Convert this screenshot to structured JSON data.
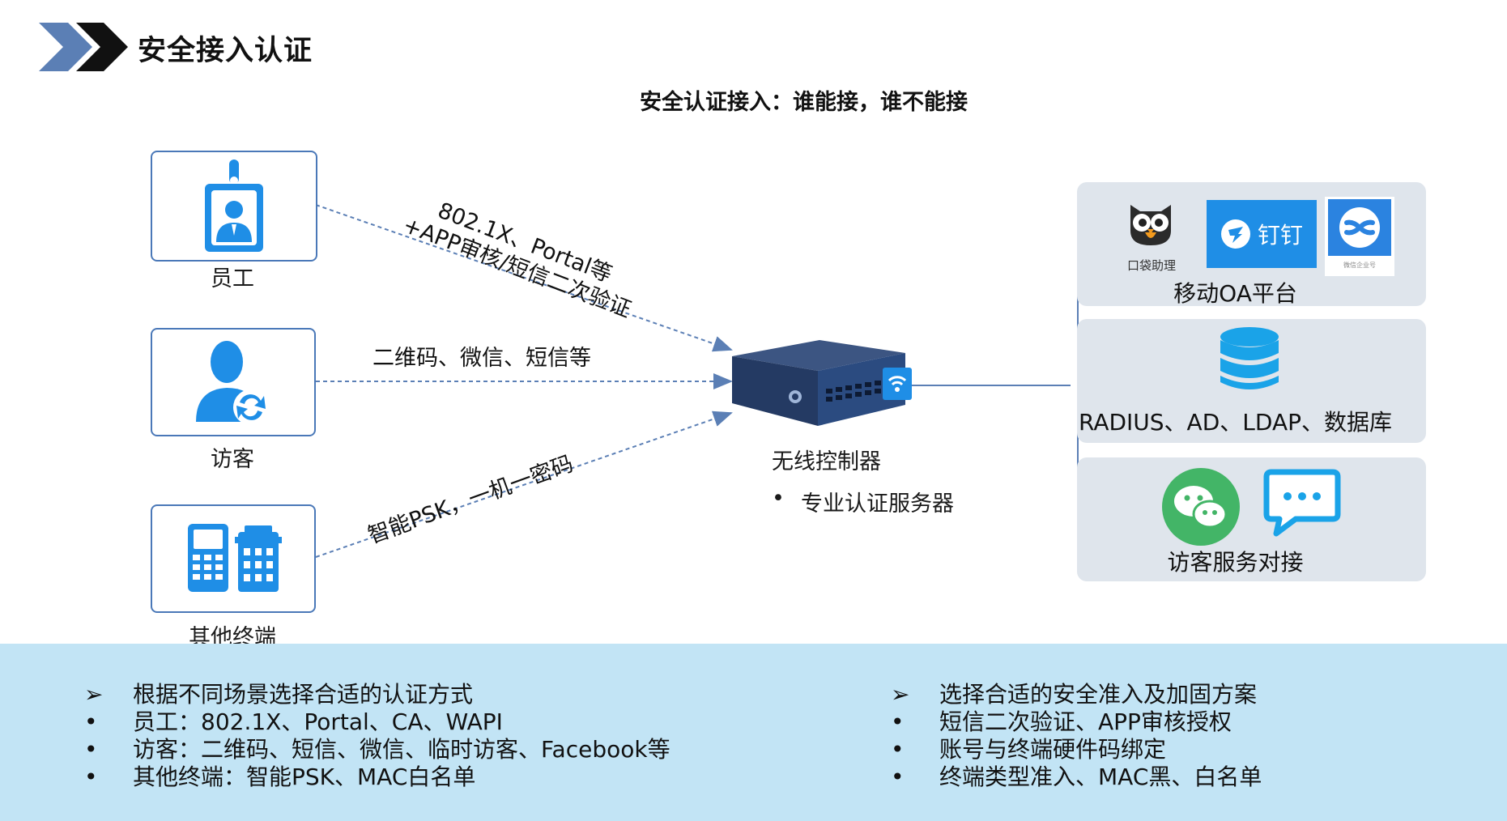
{
  "header": {
    "title": "安全接入认证",
    "subtitle": "安全认证接入：谁能接，谁不能接"
  },
  "endpoints": [
    {
      "label": "员工"
    },
    {
      "label": "访客"
    },
    {
      "label": "其他终端"
    }
  ],
  "connections": {
    "employee_line1": "802.1X、Portal等",
    "employee_line2": "+APP审核/短信二次验证",
    "guest": "二维码、微信、短信等",
    "other": "智能PSK，一机一密码"
  },
  "controller": {
    "label": "无线控制器",
    "bullet": "专业认证服务器"
  },
  "panels": {
    "oa": {
      "label": "移动OA平台",
      "koudai": "口袋助理",
      "dingding": "钉钉",
      "wechat_work": "微信企业号"
    },
    "db": {
      "label": "RADIUS、AD、LDAP、数据库"
    },
    "guest_service": {
      "label": "访客服务对接"
    }
  },
  "bottom_left": {
    "heading": "根据不同场景选择合适的认证方式",
    "items": [
      "员工：802.1X、Portal、CA、WAPI",
      "访客：二维码、短信、微信、临时访客、Facebook等",
      "其他终端：智能PSK、MAC白名单"
    ]
  },
  "bottom_right": {
    "heading": "选择合适的安全准入及加固方案",
    "items": [
      "短信二次验证、APP审核授权",
      "账号与终端硬件码绑定",
      "终端类型准入、MAC黑、白名单"
    ]
  },
  "colors": {
    "accent_dark": "#111111",
    "accent_blue": "#5b7fb5",
    "icon_blue": "#1f8ee6",
    "panel_bg": "#dfe5ec",
    "band_bg": "#c2e4f5"
  }
}
